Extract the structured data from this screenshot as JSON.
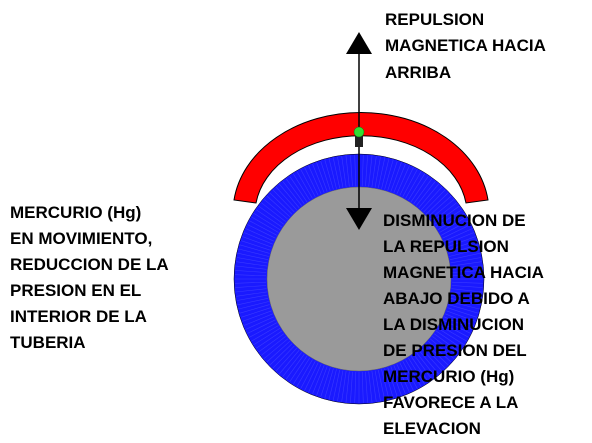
{
  "labels": {
    "top": [
      "REPULSION",
      "MAGNETICA HACIA",
      "ARRIBA"
    ],
    "left": [
      "MERCURIO (Hg)",
      "EN MOVIMIENTO,",
      "REDUCCION DE LA",
      "PRESION EN EL",
      "INTERIOR DE LA",
      "TUBERIA"
    ],
    "right": [
      "DISMINUCION DE",
      "LA REPULSION",
      "MAGNETICA HACIA",
      "ABAJO DEBIDO A",
      "LA DISMINUCION",
      "DE PRESION DEL",
      "MERCURIO (Hg)",
      "FAVORECE A LA",
      "ELEVACION"
    ]
  },
  "colors": {
    "magnet_arc": "#ff0000",
    "pipe_ring": "#1a1aff",
    "mercury_core": "#9a9a9a",
    "pivot": "#33dd33",
    "arrow": "#000000"
  }
}
